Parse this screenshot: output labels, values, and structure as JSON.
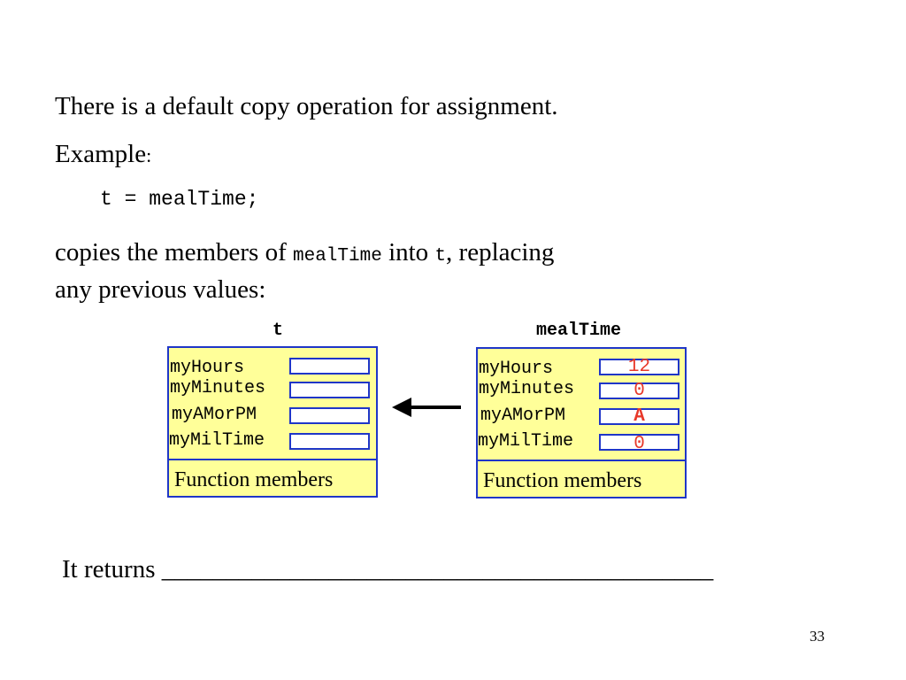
{
  "slide": {
    "line1": "There is a default copy operation for assignment.",
    "example_label": "Example",
    "example_colon": ":",
    "code": "t = mealTime;",
    "copies_text_1": "copies the members of ",
    "copies_code_1": "mealTime",
    "copies_text_2": " into ",
    "copies_code_2": "t",
    "copies_text_3": ", replacing",
    "line_any": "any previous values:",
    "returns_text": "It returns ",
    "returns_blank": "___________________________________________",
    "page_number": "33"
  },
  "diagram": {
    "left": {
      "name": "t",
      "fields": [
        {
          "label": "myHours",
          "value": ""
        },
        {
          "label": "myMinutes",
          "value": ""
        },
        {
          "label": "myAMorPM",
          "value": ""
        },
        {
          "label": "myMilTime",
          "value": ""
        }
      ],
      "functions_label": "Function members"
    },
    "right": {
      "name": "mealTime",
      "fields": [
        {
          "label": "myHours",
          "value": "12"
        },
        {
          "label": "myMinutes",
          "value": "0"
        },
        {
          "label": "myAMorPM",
          "value": "A"
        },
        {
          "label": "myMilTime",
          "value": "0"
        }
      ],
      "functions_label": "Function members"
    },
    "arrow_icon": "left-arrow-icon",
    "colors": {
      "box_fill": "#ffff99",
      "border": "#1f36c8",
      "value_text": "#e8392a"
    }
  }
}
